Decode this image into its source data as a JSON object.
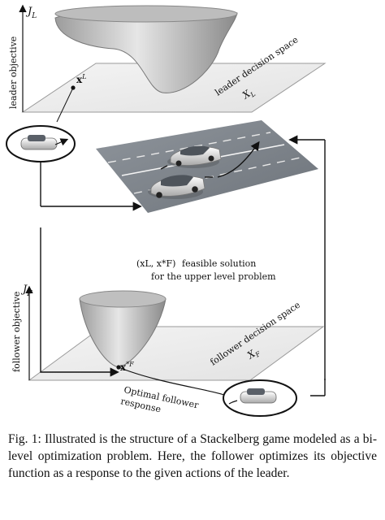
{
  "figure": {
    "leader": {
      "axis_label": "J",
      "axis_sub": "L",
      "y_label": "leader objective",
      "space_label": "leader decision space",
      "space_symbol": "X",
      "space_sub": "L",
      "point_label": "x",
      "point_sup": "L"
    },
    "middle": {
      "solution_math": "(xL, x*F)",
      "solution_line1": "feasible solution",
      "solution_line2": "for the upper level problem"
    },
    "follower": {
      "axis_label": "J",
      "axis_sub": "F",
      "y_label": "follower objective",
      "space_label": "follower decision space",
      "space_symbol": "X",
      "space_sub": "F",
      "point_label": "x",
      "point_sup": "*F",
      "response_line1": "Optimal follower",
      "response_line2": "response"
    }
  },
  "caption": "Fig. 1: Illustrated is the structure of a Stackelberg game modeled as a bi-level optimization problem. Here, the follower optimizes its objective function as a response to the given actions of the leader."
}
